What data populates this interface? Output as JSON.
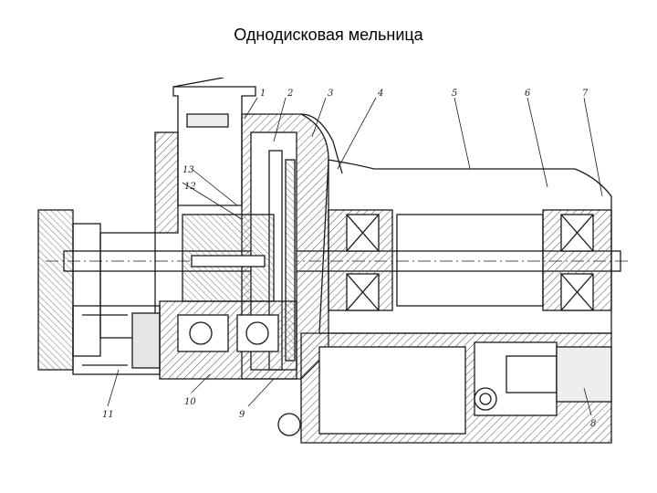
{
  "slide": {
    "title": "Однодисковая мельница"
  },
  "colors": {
    "background": "#ffffff",
    "line": "#1a1a1a",
    "hatch": "#555555"
  },
  "figure": {
    "callouts": [
      "1",
      "2",
      "3",
      "4",
      "5",
      "6",
      "7",
      "8",
      "9",
      "10",
      "11",
      "12",
      "13"
    ]
  }
}
